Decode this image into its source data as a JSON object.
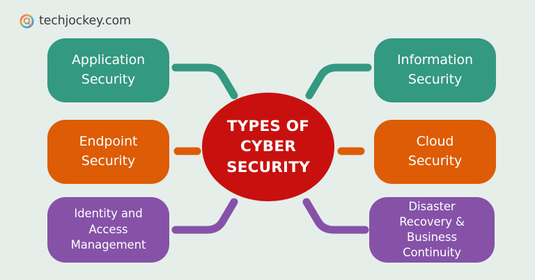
{
  "brand": {
    "name": "techjockey.com",
    "icon": "techjockey-logo-icon"
  },
  "background_color": "#e6eeea",
  "hub": {
    "label": "TYPES OF\nCYBER\nSECURITY",
    "color": "#c8110e",
    "text_color": "#ffffff"
  },
  "palette": {
    "green": "#339980",
    "orange": "#dd5c05",
    "purple": "#8552a8",
    "red": "#c8110e",
    "background": "#e6eeea",
    "node_text": "#ffffff",
    "brand_text": "#3b3b3b"
  },
  "nodes": [
    {
      "id": "application-security",
      "label": "Application\nSecurity",
      "side": "left",
      "tier": "green",
      "color": "#339980"
    },
    {
      "id": "information-security",
      "label": "Information\nSecurity",
      "side": "right",
      "tier": "green",
      "color": "#339980"
    },
    {
      "id": "endpoint-security",
      "label": "Endpoint\nSecurity",
      "side": "left",
      "tier": "orange",
      "color": "#dd5c05"
    },
    {
      "id": "cloud-security",
      "label": "Cloud\nSecurity",
      "side": "right",
      "tier": "orange",
      "color": "#dd5c05"
    },
    {
      "id": "identity-access-management",
      "label": "Identity and\nAccess\nManagement",
      "side": "left",
      "tier": "purple",
      "color": "#8552a8"
    },
    {
      "id": "disaster-recovery-business-continuity",
      "label": "Disaster\nRecovery &\nBusiness\nContinuity",
      "side": "right",
      "tier": "purple",
      "color": "#8552a8"
    }
  ],
  "connectors": [
    {
      "id": "connector-application-security",
      "shape": "elbow-down",
      "color": "#339980"
    },
    {
      "id": "connector-information-security",
      "shape": "elbow-down",
      "color": "#339980"
    },
    {
      "id": "connector-endpoint-security",
      "shape": "dash",
      "color": "#dd5c05"
    },
    {
      "id": "connector-cloud-security",
      "shape": "dash",
      "color": "#dd5c05"
    },
    {
      "id": "connector-identity-access",
      "shape": "elbow-up",
      "color": "#8552a8"
    },
    {
      "id": "connector-disaster-recovery",
      "shape": "elbow-up",
      "color": "#8552a8"
    }
  ]
}
